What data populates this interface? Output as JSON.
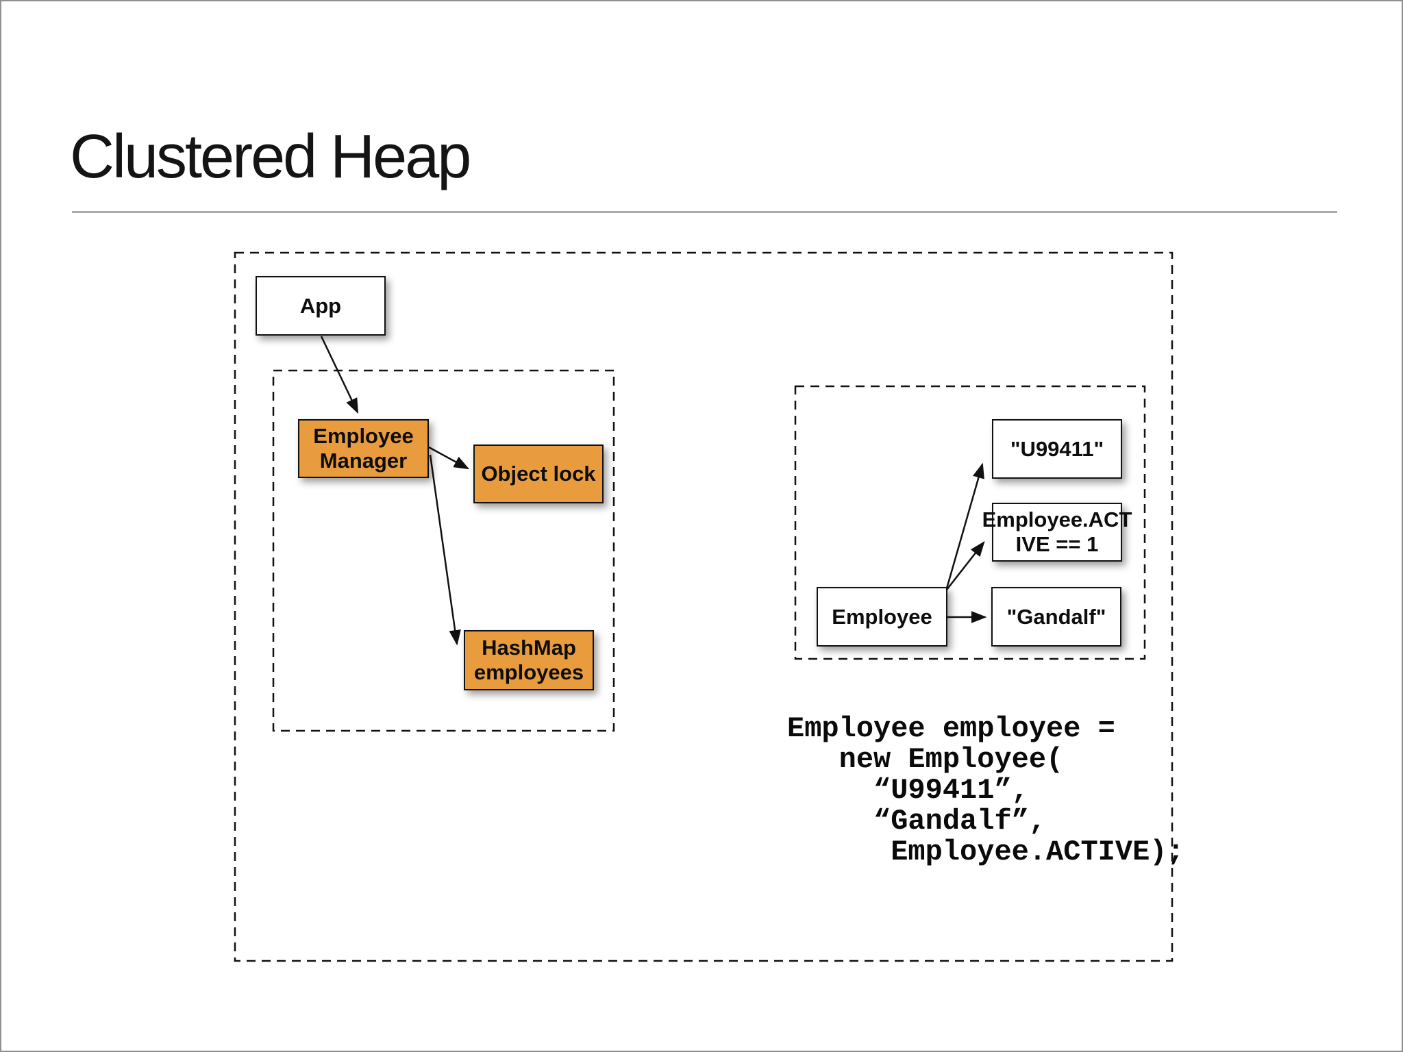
{
  "slide": {
    "title": "Clustered Heap"
  },
  "diagram": {
    "regions": {
      "heap": "clustered heap boundary",
      "left_cluster": "employee manager cluster",
      "right_cluster": "employee object cluster"
    },
    "nodes": {
      "app": {
        "label": "App",
        "fill": "white"
      },
      "employee_manager": {
        "label": "Employee\nManager",
        "fill": "orange"
      },
      "object_lock": {
        "label": "Object lock",
        "fill": "orange"
      },
      "hashmap_employees": {
        "label": "HashMap\nemployees",
        "fill": "orange"
      },
      "u99411": {
        "label": "\"U99411\"",
        "fill": "white"
      },
      "employee_active": {
        "label": "Employee.ACT\nIVE == 1",
        "fill": "white"
      },
      "employee": {
        "label": "Employee",
        "fill": "white"
      },
      "gandalf": {
        "label": "\"Gandalf\"",
        "fill": "white"
      }
    },
    "colors": {
      "node_fill_orange": "#E89C3E",
      "node_fill_white": "#FFFFFF",
      "node_border": "#111111",
      "dashed_border": "#111111",
      "divider_gray": "#ABABAB",
      "frame_gray": "#909090",
      "text": "#0D0D0D"
    }
  },
  "code": {
    "text": "Employee employee =\n   new Employee(\n     “U99411”,\n     “Gandalf”,\n      Employee.ACTIVE);"
  }
}
